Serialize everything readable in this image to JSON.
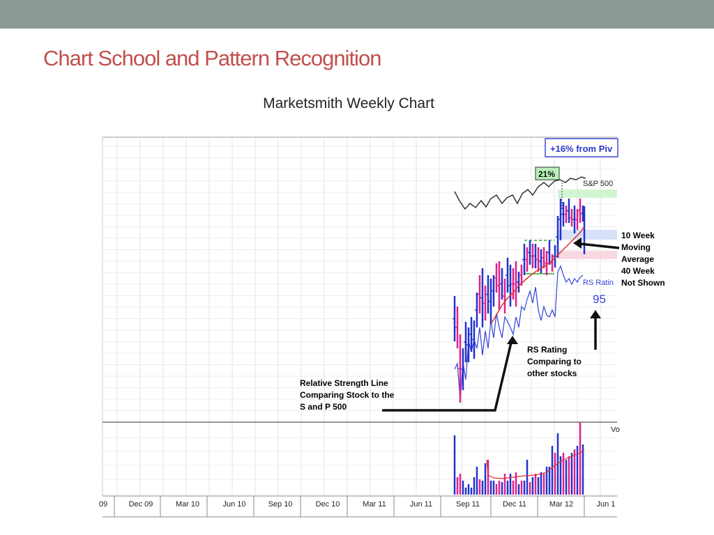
{
  "slide": {
    "title": "Chart School and Pattern Recognition",
    "subtitle": "Marketsmith Weekly Chart"
  },
  "chart_data": {
    "type": "bar",
    "title": "",
    "xlabel": "",
    "ylabel": "",
    "x_tick_labels": [
      "09",
      "Dec 09",
      "Mar 10",
      "Jun 10",
      "Sep 10",
      "Dec 10",
      "Mar 11",
      "Jun 11",
      "Sep 11",
      "Dec 11",
      "Mar 12",
      "Jun 1"
    ],
    "grid": true,
    "colors": {
      "up": "#2233cc",
      "down": "#e0208a",
      "moving_average": "#e03030",
      "rs_line": "#3344dd",
      "sp500": "#333333"
    },
    "badges": {
      "pivot": "+16% from Piv",
      "gain": "21%"
    },
    "labels": {
      "sp500": "S&P 500",
      "rs_rating_label": "RS Ratin",
      "rs_rating_value": "95",
      "volume_label": "Vo"
    }
  },
  "annotations": {
    "moving_average": "10 Week\nMoving\nAverage\n40 Week\nNot Shown",
    "rs_rating": "RS Rating\nComparing to\nother stocks",
    "rs_line": "Relative Strength Line\nComparing Stock to the\nS and P 500"
  }
}
